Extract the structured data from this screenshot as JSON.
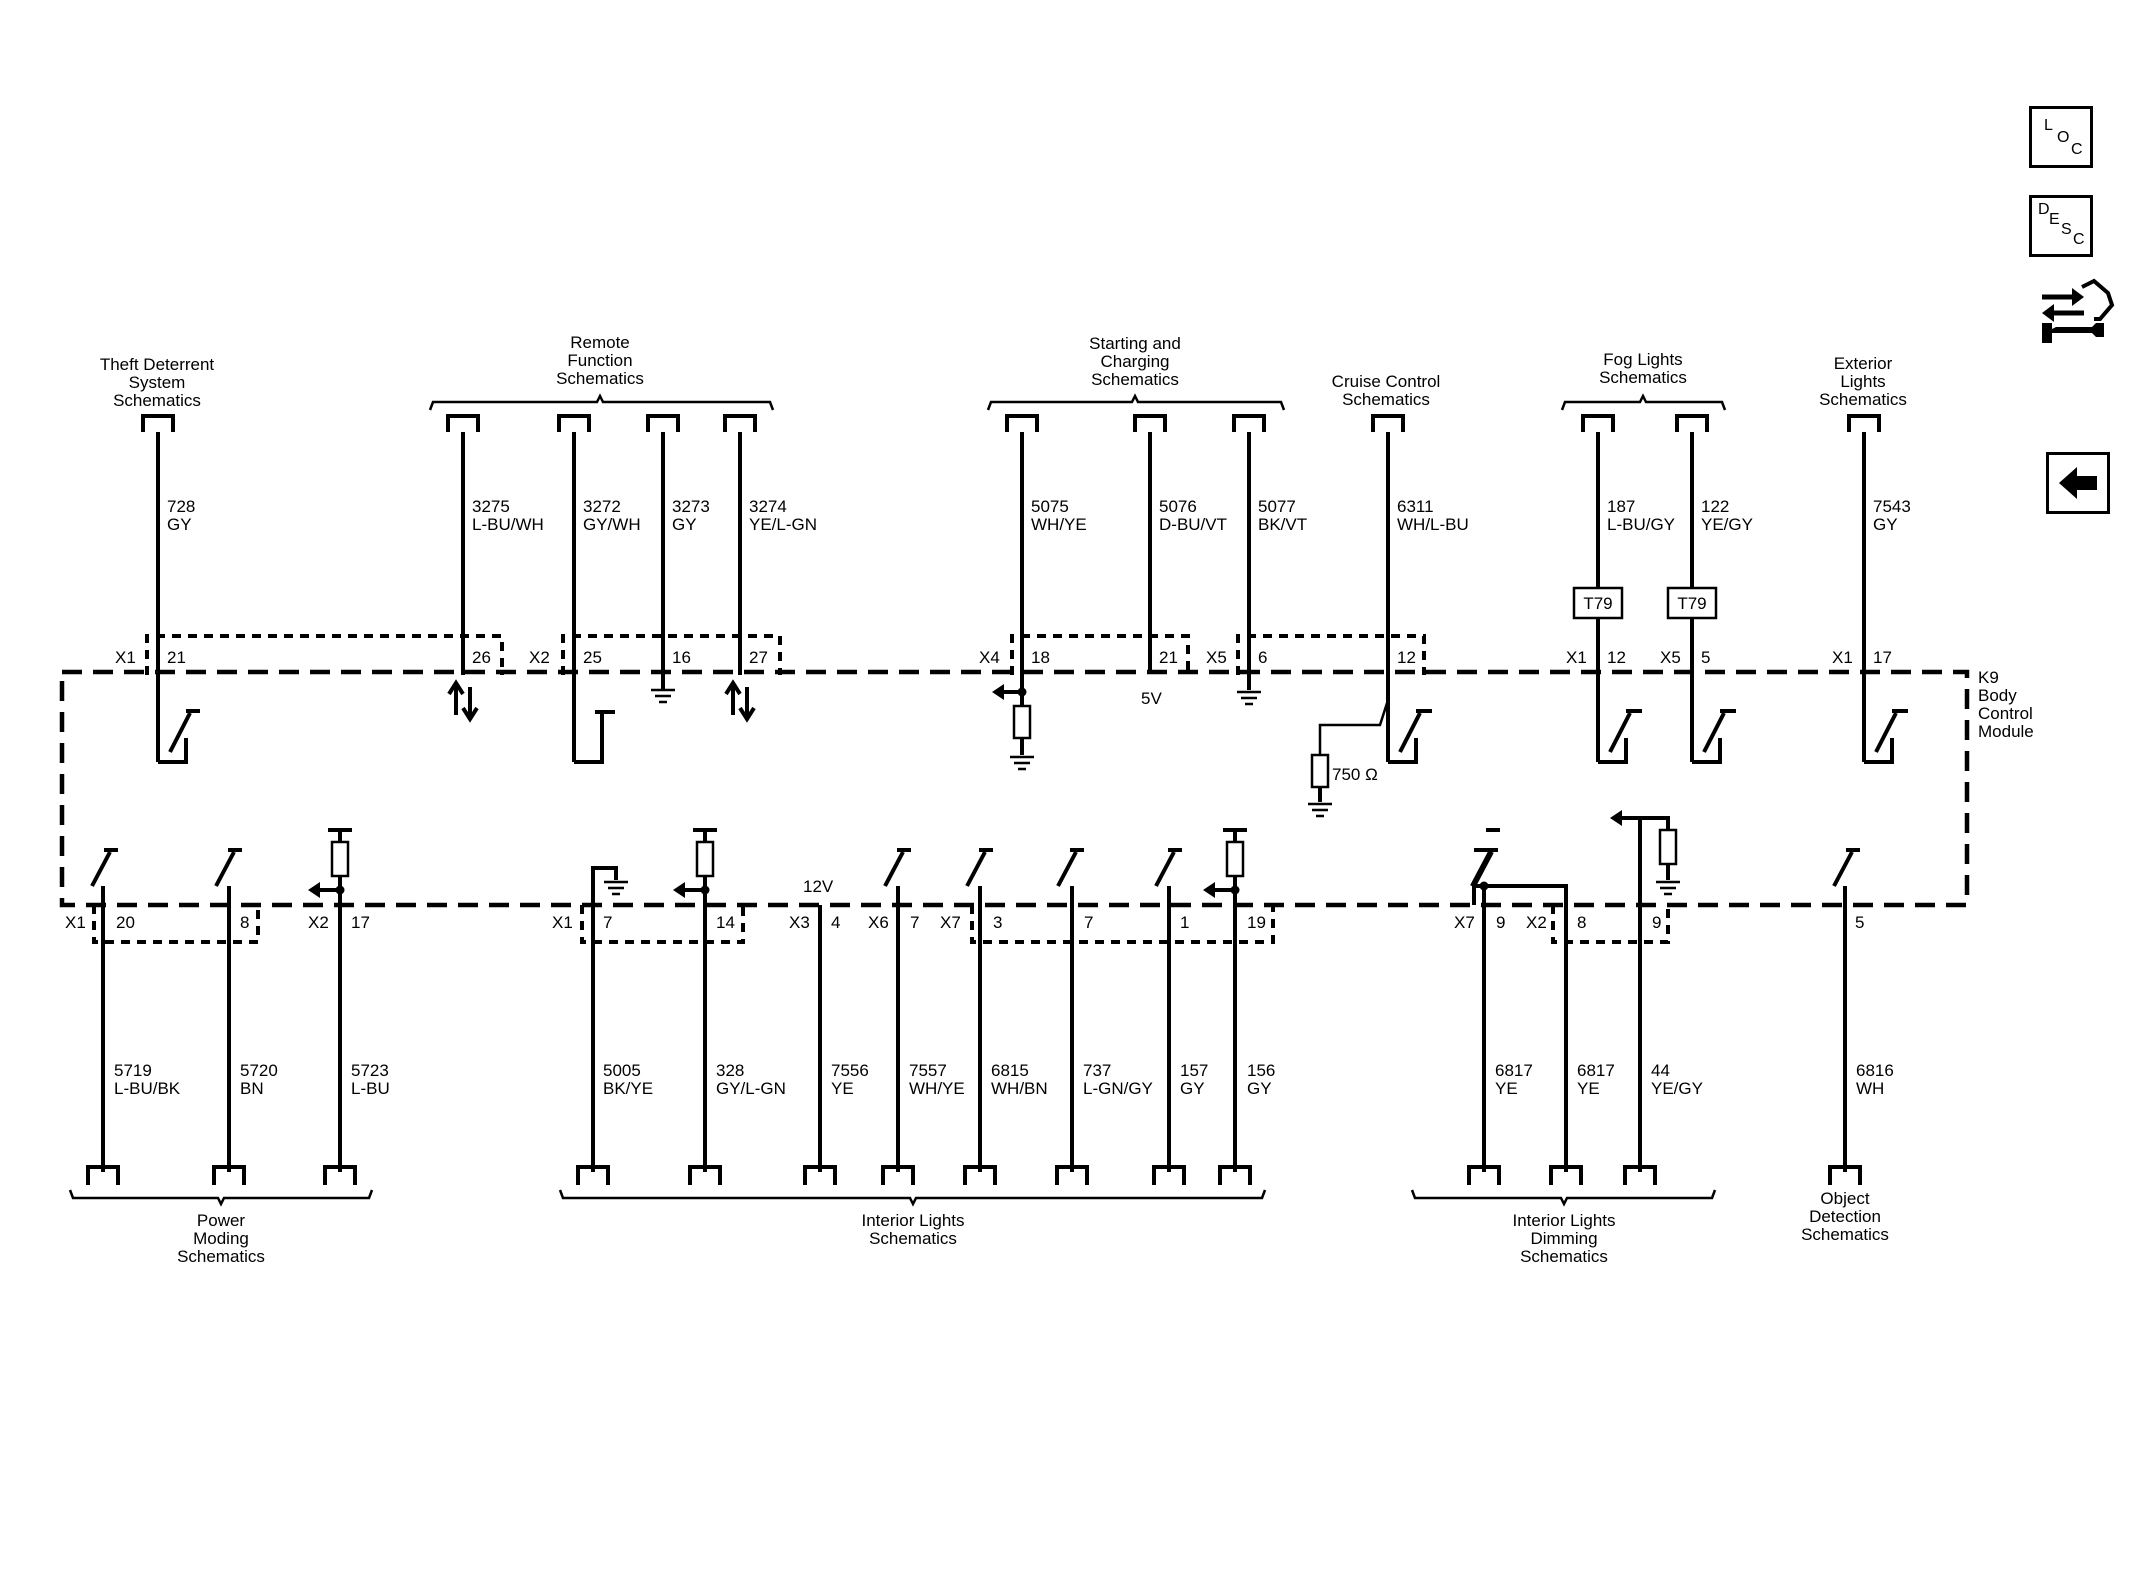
{
  "toolbar": {
    "loc": [
      "L",
      "O",
      "C"
    ],
    "desc": [
      "D",
      "E",
      "S",
      "C"
    ]
  },
  "module": {
    "name": [
      "K9",
      "Body",
      "Control",
      "Module"
    ]
  },
  "top_groups": [
    {
      "id": "theft",
      "lines": [
        "Theft Deterrent",
        "System",
        "Schematics"
      ]
    },
    {
      "id": "remote",
      "lines": [
        "Remote",
        "Function",
        "Schematics"
      ]
    },
    {
      "id": "starting",
      "lines": [
        "Starting and",
        "Charging",
        "Schematics"
      ]
    },
    {
      "id": "cruise",
      "lines": [
        "Cruise Control",
        "Schematics"
      ]
    },
    {
      "id": "fog",
      "lines": [
        "Fog Lights",
        "Schematics"
      ]
    },
    {
      "id": "exterior",
      "lines": [
        "Exterior",
        "Lights",
        "Schematics"
      ]
    }
  ],
  "bottom_groups": [
    {
      "id": "power",
      "lines": [
        "Power",
        "Moding",
        "Schematics"
      ]
    },
    {
      "id": "interior",
      "lines": [
        "Interior Lights",
        "Schematics"
      ]
    },
    {
      "id": "dimming",
      "lines": [
        "Interior Lights",
        "Dimming",
        "Schematics"
      ]
    },
    {
      "id": "object",
      "lines": [
        "Object",
        "Detection",
        "Schematics"
      ]
    }
  ],
  "top_connectors": [
    "X1",
    "X2",
    "X4",
    "X5",
    "X1",
    "X5",
    "X1"
  ],
  "bottom_connectors": [
    "X1",
    "X2",
    "X1",
    "X3",
    "X6",
    "X7",
    "X7",
    "X2"
  ],
  "top_wires": [
    {
      "circuit": "728",
      "color": "GY",
      "pin": "21"
    },
    {
      "circuit": "3275",
      "color": "L-BU/WH",
      "pin": "26"
    },
    {
      "circuit": "3272",
      "color": "GY/WH",
      "pin": "25"
    },
    {
      "circuit": "3273",
      "color": "GY",
      "pin": "16"
    },
    {
      "circuit": "3274",
      "color": "YE/L-GN",
      "pin": "27"
    },
    {
      "circuit": "5075",
      "color": "WH/YE",
      "pin": "18"
    },
    {
      "circuit": "5076",
      "color": "D-BU/VT",
      "pin": "21"
    },
    {
      "circuit": "5077",
      "color": "BK/VT",
      "pin": "6"
    },
    {
      "circuit": "6311",
      "color": "WH/L-BU",
      "pin": "12"
    },
    {
      "circuit": "187",
      "color": "L-BU/GY",
      "pin": "12"
    },
    {
      "circuit": "122",
      "color": "YE/GY",
      "pin": "5"
    },
    {
      "circuit": "7543",
      "color": "GY",
      "pin": "17"
    }
  ],
  "bottom_wires": [
    {
      "circuit": "5719",
      "color": "L-BU/BK",
      "pin": "20"
    },
    {
      "circuit": "5720",
      "color": "BN",
      "pin": "8"
    },
    {
      "circuit": "5723",
      "color": "L-BU",
      "pin": "17"
    },
    {
      "circuit": "5005",
      "color": "BK/YE",
      "pin": "7"
    },
    {
      "circuit": "328",
      "color": "GY/L-GN",
      "pin": "14"
    },
    {
      "circuit": "7556",
      "color": "YE",
      "pin": "4"
    },
    {
      "circuit": "7557",
      "color": "WH/YE",
      "pin": "7"
    },
    {
      "circuit": "6815",
      "color": "WH/BN",
      "pin": "3"
    },
    {
      "circuit": "737",
      "color": "L-GN/GY",
      "pin": "7"
    },
    {
      "circuit": "157",
      "color": "GY",
      "pin": "1"
    },
    {
      "circuit": "156",
      "color": "GY",
      "pin": "19"
    },
    {
      "circuit": "6817",
      "color": "YE",
      "pin": "9"
    },
    {
      "circuit": "6817",
      "color": "YE",
      "pin": "8"
    },
    {
      "circuit": "44",
      "color": "YE/GY",
      "pin": "9"
    },
    {
      "circuit": "6816",
      "color": "WH",
      "pin": "5"
    }
  ],
  "internal": {
    "v5": "5V",
    "v12": "12V",
    "resistor": "750 Ω"
  },
  "splices": [
    "T79",
    "T79"
  ]
}
